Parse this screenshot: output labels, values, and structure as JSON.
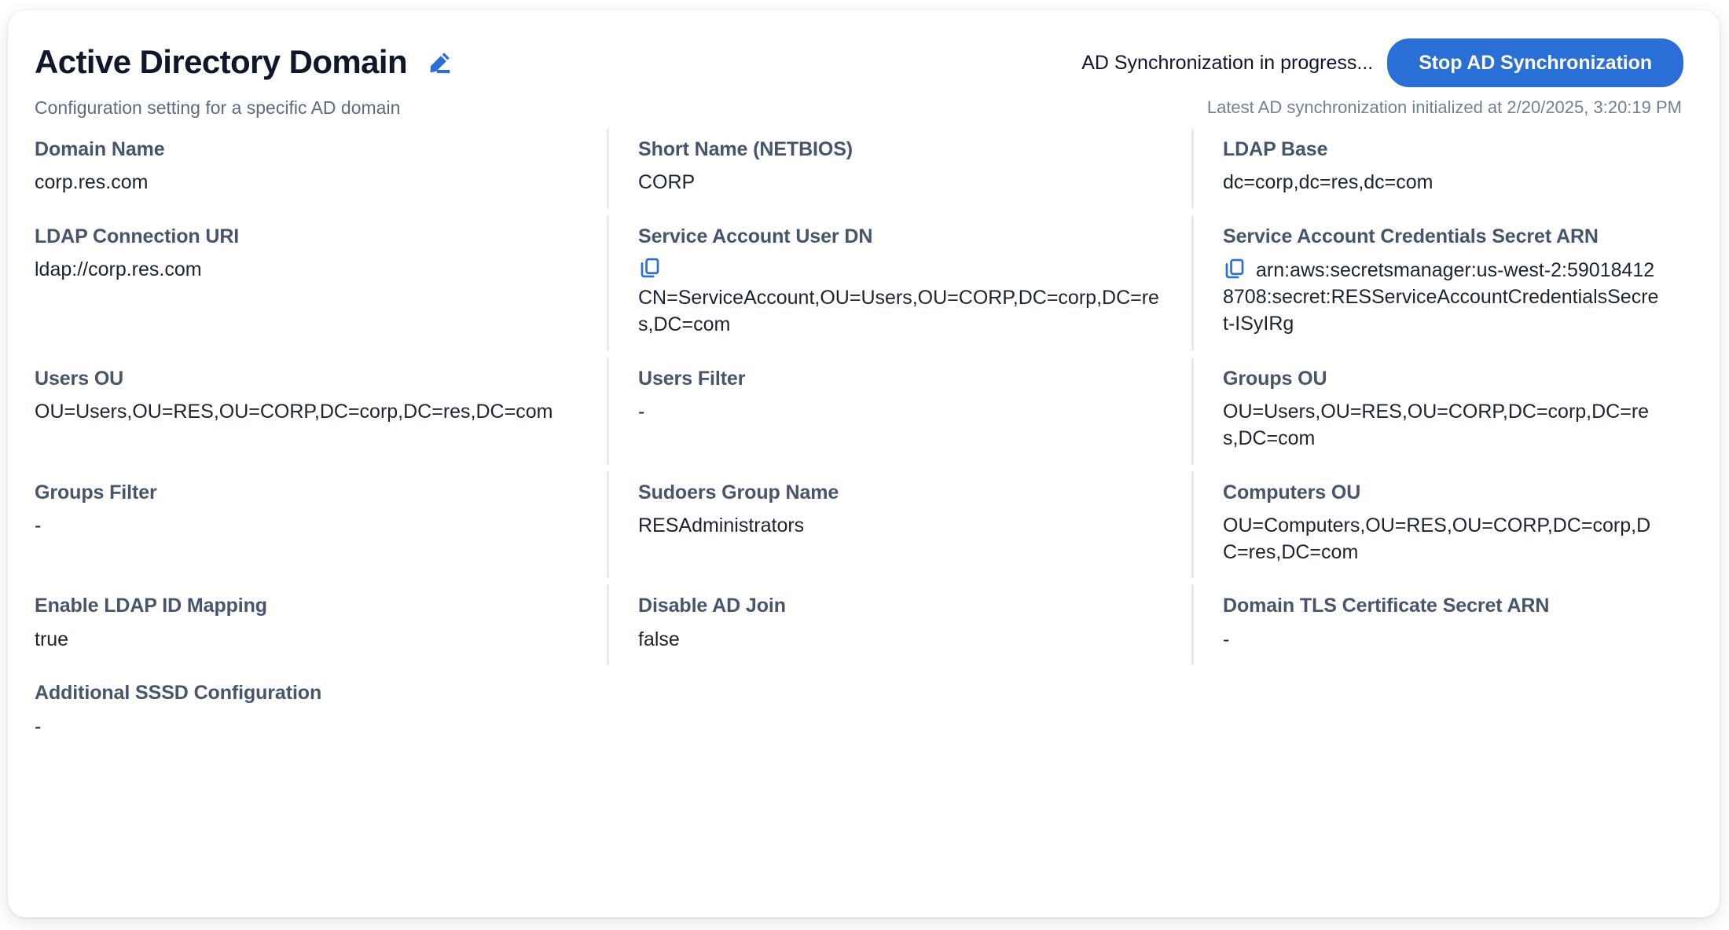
{
  "header": {
    "title": "Active Directory Domain",
    "subtitle": "Configuration setting for a specific AD domain",
    "edit_icon": "pencil-edit-icon",
    "sync_status": "AD Synchronization in progress...",
    "stop_button_label": "Stop AD Synchronization",
    "sync_timestamp": "Latest AD synchronization initialized at 2/20/2025, 3:20:19 PM",
    "accent_color": "#2a6fd6"
  },
  "fields": {
    "domain_name": {
      "label": "Domain Name",
      "value": "corp.res.com"
    },
    "short_name": {
      "label": "Short Name (NETBIOS)",
      "value": "CORP"
    },
    "ldap_base": {
      "label": "LDAP Base",
      "value": "dc=corp,dc=res,dc=com"
    },
    "ldap_connection_uri": {
      "label": "LDAP Connection URI",
      "value": "ldap://corp.res.com"
    },
    "service_account_user_dn": {
      "label": "Service Account User DN",
      "value": "CN=ServiceAccount,OU=Users,OU=CORP,DC=corp,DC=res,DC=com",
      "copy_icon": "copy-icon"
    },
    "service_account_secret_arn": {
      "label": "Service Account Credentials Secret ARN",
      "value": "arn:aws:secretsmanager:us-west-2:590184128708:secret:RESServiceAccountCredentialsSecret-ISyIRg",
      "copy_icon": "copy-icon"
    },
    "users_ou": {
      "label": "Users OU",
      "value": "OU=Users,OU=RES,OU=CORP,DC=corp,DC=res,DC=com"
    },
    "users_filter": {
      "label": "Users Filter",
      "value": "-"
    },
    "groups_ou": {
      "label": "Groups OU",
      "value": "OU=Users,OU=RES,OU=CORP,DC=corp,DC=res,DC=com"
    },
    "groups_filter": {
      "label": "Groups Filter",
      "value": "-"
    },
    "sudoers_group_name": {
      "label": "Sudoers Group Name",
      "value": "RESAdministrators"
    },
    "computers_ou": {
      "label": "Computers OU",
      "value": "OU=Computers,OU=RES,OU=CORP,DC=corp,DC=res,DC=com"
    },
    "enable_ldap_id_mapping": {
      "label": "Enable LDAP ID Mapping",
      "value": "true"
    },
    "disable_ad_join": {
      "label": "Disable AD Join",
      "value": "false"
    },
    "domain_tls_cert_secret_arn": {
      "label": "Domain TLS Certificate Secret ARN",
      "value": "-"
    },
    "additional_sssd_configuration": {
      "label": "Additional SSSD Configuration",
      "value": "-"
    }
  }
}
